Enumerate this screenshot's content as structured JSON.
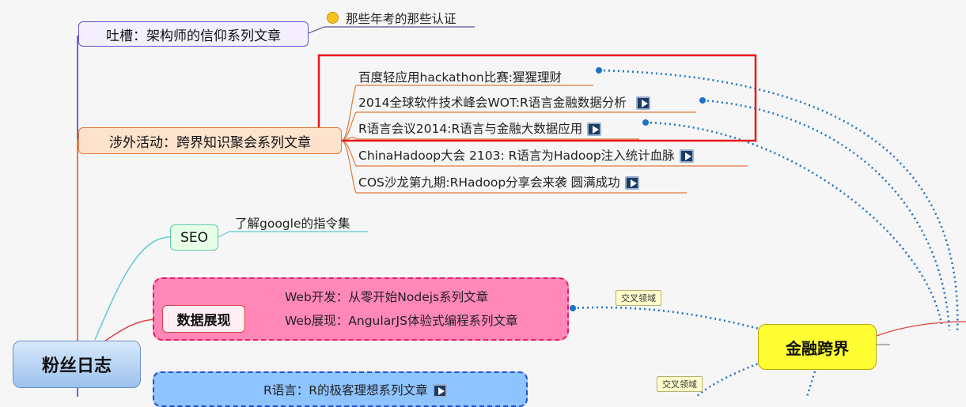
{
  "root": {
    "label": "粉丝日志"
  },
  "finance": {
    "label": "金融跨界"
  },
  "tucao": {
    "label": "吐槽：架构师的信仰系列文章",
    "children": [
      "那些年考的那些认证"
    ]
  },
  "shewai": {
    "label": "涉外活动：跨界知识聚会系列文章",
    "children": [
      {
        "text": "百度轻应用hackathon比赛:猩猩理财",
        "video": false
      },
      {
        "text": "2014全球软件技术峰会WOT:R语言金融数据分析",
        "video": true
      },
      {
        "text": "R语言会议2014:R语言与金融大数据应用",
        "video": true
      },
      {
        "text": "ChinaHadoop大会 2103: R语言为Hadoop注入统计血脉",
        "video": true
      },
      {
        "text": "COS沙龙第九期:RHadoop分享会来袭 圆满成功",
        "video": true
      }
    ]
  },
  "seo": {
    "label": "SEO",
    "children": [
      "了解google的指令集"
    ]
  },
  "shuju": {
    "label": "数据展现",
    "children": [
      "Web开发：从零开始Nodejs系列文章",
      "Web展现：AngularJS体验式编程系列文章"
    ]
  },
  "rlang": {
    "label": "R语言：R的极客理想系列文章"
  },
  "tags": {
    "cross1": "交叉领域",
    "cross2": "交叉领域"
  },
  "colors": {
    "highlight": "#e8161a",
    "link": "#1a73c9"
  }
}
